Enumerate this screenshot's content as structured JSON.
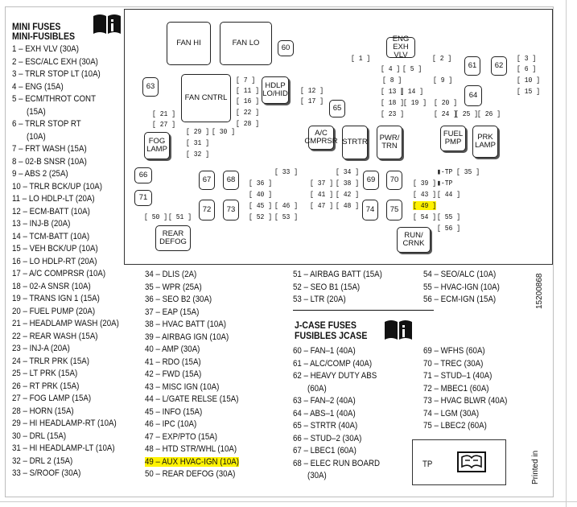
{
  "mini_fuses": {
    "title_line1": "MINI FUSES",
    "title_line2": "MINI-FUSIBLES",
    "col1": [
      "1 – EXH VLV (30A)",
      "2 – ESC/ALC EXH (30A)",
      "3 – TRLR STOP LT (10A)",
      "4 – ENG (15A)",
      "5 – ECM/THROT CONT",
      "(15A)",
      "6 – TRLR STOP RT",
      "(10A)",
      "7 – FRT WASH (15A)",
      "8 – 02-B SNSR (10A)",
      "9 – ABS 2 (25A)",
      "10 – TRLR BCK/UP (10A)",
      "11 – LO HDLP-LT (20A)",
      "12 – ECM-BATT (10A)",
      "13 – INJ-B (20A)",
      "14 – TCM-BATT (10A)",
      "15 – VEH BCK/UP (10A)",
      "16 – LO HDLP-RT (20A)",
      "17 – A/C COMPRSR (10A)",
      "18 – 02-A SNSR (10A)",
      "19 – TRANS IGN 1 (15A)",
      "20 – FUEL PUMP (20A)",
      "21 – HEADLAMP WASH (20A)",
      "22 – REAR WASH (15A)",
      "23 – INJ-A (20A)",
      "24 – TRLR PRK (15A)",
      "25 – LT PRK (15A)",
      "26 – RT PRK (15A)",
      "27 – FOG LAMP (15A)",
      "28 – HORN (15A)",
      "29 – HI HEADLAMP-RT (10A)",
      "30 – DRL (15A)",
      "31 – HI HEADLAMP-LT (10A)",
      "32 – DRL 2 (15A)",
      "33 – S/ROOF (30A)"
    ],
    "col2": [
      "34 – DLIS (2A)",
      "35 – WPR (25A)",
      "36 – SEO B2 (30A)",
      "37 – EAP (15A)",
      "38 – HVAC BATT (10A)",
      "39 – AIRBAG IGN (10A)",
      "40 – AMP (30A)",
      "41 – RDO (15A)",
      "42 – FWD (15A)",
      "43 – MISC IGN (10A)",
      "44 – L/GATE RELSE (15A)",
      "45 – INFO (15A)",
      "46 – IPC (10A)",
      "47 – EXP/PTO (15A)",
      "48 – HTD STR/WHL (10A)",
      "49 – AUX HVAC-IGN (10A)",
      "50 – REAR DEFOG (30A)"
    ],
    "col3": [
      "51 – AIRBAG BATT (15A)",
      "52 – SEO B1 (15A)",
      "53 – LTR (20A)"
    ],
    "col4": [
      "54 – SEO/ALC (10A)",
      "55 – HVAC-IGN (10A)",
      "56 – ECM-IGN (15A)"
    ]
  },
  "jcase": {
    "title_line1": "J-CASE FUSES",
    "title_line2": "FUSIBLES JCASE",
    "col1": [
      "60 – FAN–1 (40A)",
      "61 – ALC/COMP (40A)",
      "62 – HEAVY DUTY ABS",
      "(60A)",
      "63 – FAN–2 (40A)",
      "64 – ABS–1 (40A)",
      "65 – STRTR (40A)",
      "66 – STUD–2 (30A)",
      "67 – LBEC1 (60A)",
      "68 – ELEC RUN BOARD",
      "(30A)"
    ],
    "col2": [
      "69 – WFHS (60A)",
      "70 – TREC (30A)",
      "71 – STUD–1 (40A)",
      "72 – MBEC1 (60A)",
      "73 – HVAC BLWR (40A)",
      "74 – LGM (30A)",
      "75 – LBEC2 (60A)"
    ]
  },
  "diagram": {
    "relays": {
      "fan_hi": "FAN HI",
      "fan_lo": "FAN LO",
      "eng_exh_vlv": "ENG EXH VLV",
      "fan_cntrl": "FAN CNTRL",
      "hdlp_lo_hid": "HDLP LO/HID",
      "ac_cmprsr": "A/C CMPRSR",
      "strtr": "STRTR",
      "pwr_trn": "PWR/ TRN",
      "fuel_pmp": "FUEL PMP",
      "prk_lamp": "PRK LAMP",
      "fog_lamp": "FOG LAMP",
      "rear_defog": "REAR DEFOG",
      "run_crnk": "RUN/ CRNK"
    },
    "jcase_boxes": [
      "60",
      "61",
      "62",
      "63",
      "64",
      "65",
      "66",
      "67",
      "68",
      "69",
      "70",
      "71",
      "72",
      "73",
      "74",
      "75"
    ],
    "fuse_labels": {
      "f1": "1",
      "f2": "2",
      "f3": "3",
      "f4": "4",
      "f5": "5",
      "f6": "6",
      "f7": "7",
      "f8": "8",
      "f9": "9",
      "f10": "10",
      "f11": "11",
      "f12": "12",
      "f13": "13",
      "f14": "14",
      "f15": "15",
      "f16": "16",
      "f17": "17",
      "f18": "18",
      "f19": "19",
      "f20": "20",
      "f21": "21",
      "f22": "22",
      "f23": "23",
      "f24": "24",
      "f25": "25",
      "f26": "26",
      "f27": "27",
      "f28": "28",
      "f29": "29",
      "f30": "30",
      "f31": "31",
      "f32": "32",
      "f33": "33",
      "f34": "34",
      "f35": "35",
      "f36": "36",
      "f37": "37",
      "f38": "38",
      "f39": "39",
      "f40": "40",
      "f41": "41",
      "f42": "42",
      "f43": "43",
      "f44": "44",
      "f45": "45",
      "f46": "46",
      "f47": "47",
      "f48": "48",
      "f49": "49",
      "f50": "50",
      "f51": "51",
      "f52": "52",
      "f53": "53",
      "f54": "54",
      "f55": "55",
      "f56": "56",
      "tp1": "TP",
      "tp2": "TP"
    }
  },
  "doc_number": "15200868",
  "printed_in": "Printed in",
  "tp_label": "TP",
  "highlight_color": "#fff200"
}
